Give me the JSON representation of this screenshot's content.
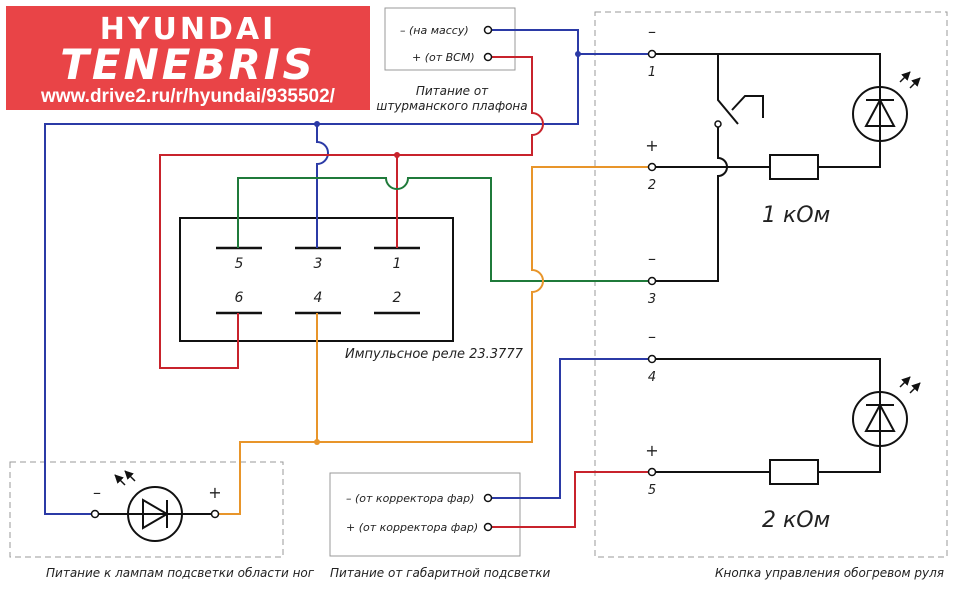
{
  "logo": {
    "brand": "HYUNDAI",
    "model": "TENEBRIS",
    "url": "www.drive2.ru/r/hyundai/935502/"
  },
  "colors": {
    "blue": "#2b3aa6",
    "red": "#c8232c",
    "green": "#1f7a3a",
    "orange": "#e8952a",
    "black": "#111111",
    "box": "#888888"
  },
  "source_box": {
    "line_minus": "– (на массу)",
    "line_plus": "+ (от BCM)",
    "caption_1": "Питание от",
    "caption_2": "штурманского плафона"
  },
  "relay": {
    "caption": "Импульсное реле 23.3777",
    "pins": [
      "5",
      "3",
      "1",
      "6",
      "4",
      "2"
    ]
  },
  "button_block": {
    "caption": "Кнопка управления обогревом руля",
    "terminals": [
      {
        "num": "1",
        "sign": "–"
      },
      {
        "num": "2",
        "sign": "+"
      },
      {
        "num": "3",
        "sign": "–"
      },
      {
        "num": "4",
        "sign": "–"
      },
      {
        "num": "5",
        "sign": "+"
      }
    ],
    "resistor_1": "1 кОм",
    "resistor_2": "2 кОм"
  },
  "foot_lamp": {
    "minus": "–",
    "plus": "+",
    "caption": "Питание к лампам подсветки области ног"
  },
  "parking_box": {
    "line_minus": "– (от корректора фар)",
    "line_plus": "+ (от корректора фар)",
    "caption": "Питание от габаритной подсветки"
  }
}
